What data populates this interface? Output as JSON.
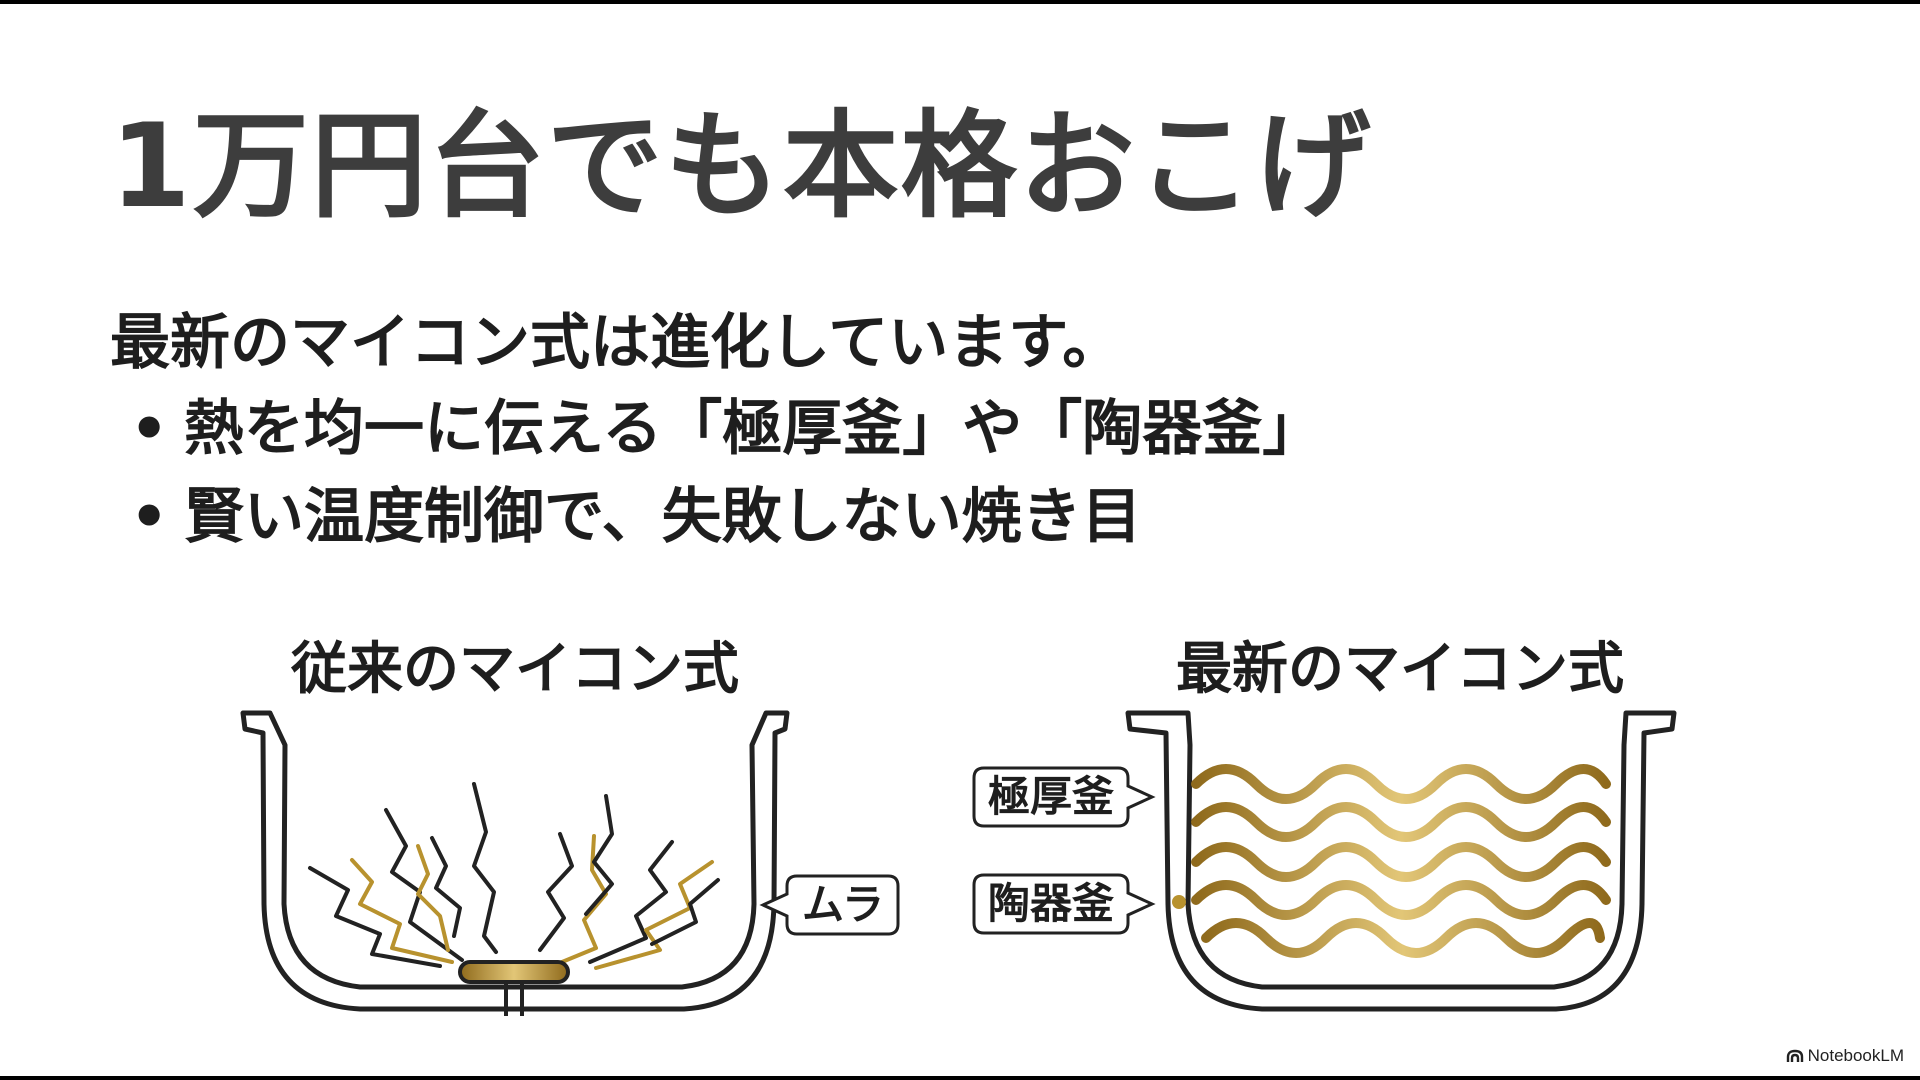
{
  "title": "1万円台でも本格おこげ",
  "intro": "最新のマイコン式は進化しています。",
  "bullets": [
    "熱を均一に伝える「極厚釜」や「陶器釜」",
    "賢い温度制御で、失敗しない焼き目"
  ],
  "bullet_symbol": "•",
  "diagrams": {
    "conventional": {
      "heading": "従来のマイコン式",
      "callout": "ムラ"
    },
    "latest": {
      "heading": "最新のマイコン式",
      "callouts": [
        "極厚釜",
        "陶器釜"
      ]
    }
  },
  "logo": {
    "text": "NotebookLM",
    "icon": "notebooklm-icon"
  },
  "colors": {
    "title": "#3d3d3d",
    "text": "#1e1e1e",
    "outline": "#222222",
    "gold": "#b8922e",
    "gold_light": "#d6bb6a"
  }
}
